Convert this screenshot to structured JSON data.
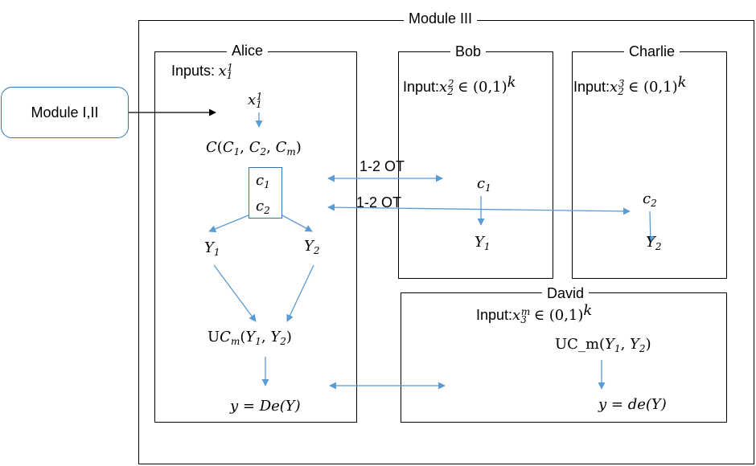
{
  "module3": {
    "title": "Module III"
  },
  "module12": {
    "label": "Module I,II"
  },
  "alice": {
    "title": "Alice",
    "inputs_label": "Inputs:",
    "x_var": "x",
    "x_sub": "1",
    "x_sup": "1",
    "circuit": {
      "name": "C",
      "args": [
        "C",
        "1",
        "C",
        "2",
        "C",
        "m"
      ]
    },
    "c1": {
      "v": "c",
      "sub": "1"
    },
    "c2": {
      "v": "c",
      "sub": "2"
    },
    "y1": {
      "v": "Y",
      "sub": "1"
    },
    "y2": {
      "v": "Y",
      "sub": "2"
    },
    "ucm": {
      "u": "U",
      "c": "C",
      "sub": "m",
      "rest1": "(",
      "y": "Y",
      "rest2": ")"
    },
    "output": "y = De(Y)"
  },
  "bob": {
    "title": "Bob",
    "input_label": "Input:",
    "x_var": "x",
    "x_sub": "2",
    "x_sup": "2",
    "domain": "∈ (0,1)",
    "domain_sup": "k",
    "c": {
      "v": "c",
      "sub": "1"
    },
    "y": {
      "v": "Y",
      "sub": "1"
    }
  },
  "charlie": {
    "title": "Charlie",
    "input_label": "Input:",
    "x_var": "x",
    "x_sub": "2",
    "x_sup": "3",
    "domain": "∈ (0,1)",
    "domain_sup": "k",
    "c": {
      "v": "c",
      "sub": "2"
    },
    "y": {
      "v": "Y",
      "sub": "2"
    }
  },
  "david": {
    "title": "David",
    "input_label": "Input:",
    "x_var": "x",
    "x_sub": "3",
    "x_sup": "m",
    "domain": "∈ (0,1)",
    "domain_sup": "k",
    "ucm_text": "UC_m",
    "output": "y = de(Y)"
  },
  "ot": {
    "label1": "1-2 OT",
    "label2": "1-2 OT"
  },
  "colors": {
    "arrow": "#5b9bd5",
    "border": "#000000",
    "rounded_border": "#2e75b6"
  }
}
